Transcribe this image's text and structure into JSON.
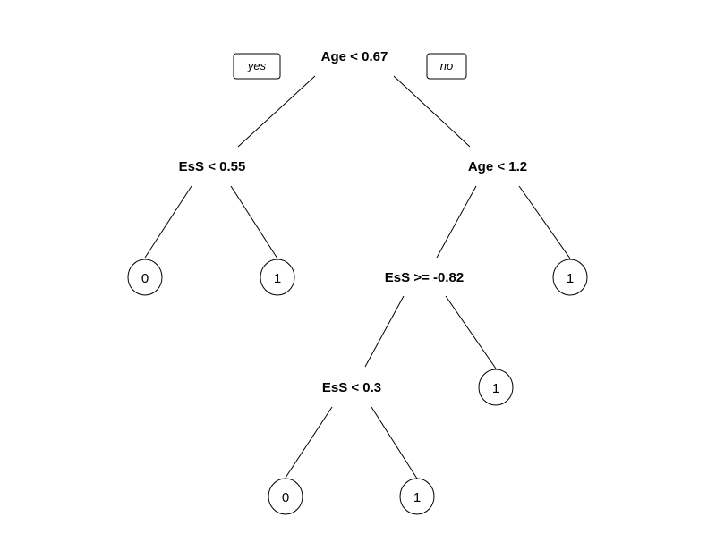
{
  "tree": {
    "branch_labels": {
      "yes": "yes",
      "no": "no"
    },
    "splits": {
      "root": "Age < 0.67",
      "left": "EsS < 0.55",
      "right": "Age < 1.2",
      "right_left": "EsS >= -0.82",
      "right_left_left": "EsS < 0.3"
    },
    "leaves": {
      "left_left": "0",
      "left_right": "1",
      "right_right": "1",
      "right_left_right": "1",
      "right_left_left_left": "0",
      "right_left_left_right": "1"
    }
  }
}
